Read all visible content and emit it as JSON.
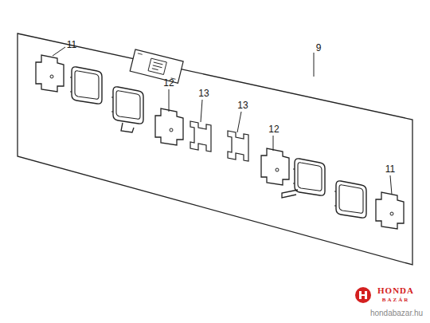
{
  "diagram": {
    "labels": [
      "11",
      "9",
      "12",
      "13",
      "13",
      "12",
      "11",
      "HONDA",
      "BAZÁR",
      "hondabazar.hu"
    ]
  }
}
